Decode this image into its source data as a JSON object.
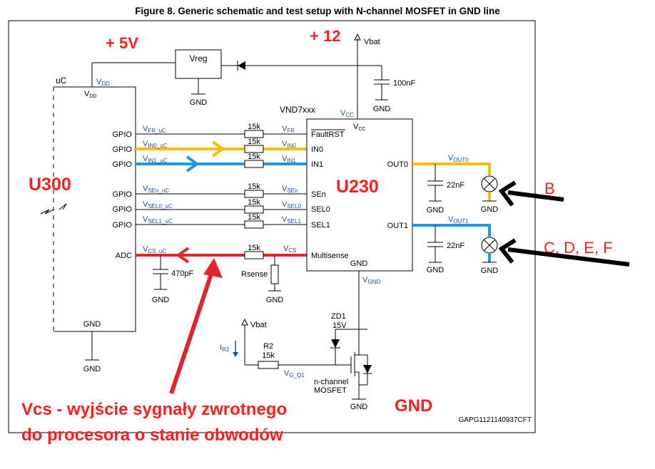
{
  "title": "Figure 8. Generic schematic and test setup with N-channel MOSFET in GND line",
  "annotations": {
    "plus5v": "+ 5V",
    "plus12": "+ 12",
    "u300": "U300",
    "u230": "U230",
    "b": "B",
    "cdef": "C, D, E, F",
    "gnd": "GND",
    "vcs_line1": "Vcs - wyjście sygnały zwrotnego",
    "vcs_line2": "do procesora o stanie obwodów"
  },
  "uc": {
    "name": "uC",
    "vdd_net": "V",
    "vdd_net_sub": "DD",
    "vdd_pin": "V",
    "vdd_pin_sub": "DD",
    "gnd": "GND",
    "pins": [
      "GPIO",
      "GPIO",
      "GPIO",
      "GPIO",
      "GPIO",
      "GPIO",
      "ADC"
    ]
  },
  "vreg": {
    "label": "Vreg",
    "gnd": "GND"
  },
  "vbat_top": "Vbat",
  "cap_100n": "100nF",
  "cap_100n_gnd": "GND",
  "chip": {
    "name": "VND7xxx",
    "vcc_net": "V",
    "vcc_net_sub": "CC",
    "vcc_pin": "V",
    "vcc_pin_sub": "CC",
    "inputs": [
      "FaultRST",
      "IN0",
      "IN1",
      "SEn",
      "SEL0",
      "SEL1",
      "Multisense"
    ],
    "out0": "OUT0",
    "out1": "OUT1",
    "gnd_pin": "GND",
    "vgnd": "V",
    "vgnd_sub": "GND"
  },
  "nets_left": [
    {
      "v": "V",
      "sub": "FR_uC"
    },
    {
      "v": "V",
      "sub": "IN0_uC"
    },
    {
      "v": "V",
      "sub": "IN1_uC"
    },
    {
      "v": "V",
      "sub": "SEn_uC"
    },
    {
      "v": "V",
      "sub": "SEL0_uC"
    },
    {
      "v": "V",
      "sub": "SEL1_uC"
    },
    {
      "v": "V",
      "sub": "CS_uC"
    }
  ],
  "nets_right": [
    {
      "v": "V",
      "sub": "FR"
    },
    {
      "v": "V",
      "sub": "IN0"
    },
    {
      "v": "V",
      "sub": "IN1"
    },
    {
      "v": "V",
      "sub": "SEn"
    },
    {
      "v": "V",
      "sub": "SEL0"
    },
    {
      "v": "V",
      "sub": "SEL1"
    },
    {
      "v": "V",
      "sub": "CS"
    }
  ],
  "resistor_value": "15k",
  "cap_470p": "470pF",
  "cap_470p_gnd": "GND",
  "rsense": "Rsense",
  "rsense_gnd": "GND",
  "out0": {
    "net": "V",
    "net_sub": "OUT0",
    "cap": "22nF",
    "cap_gnd": "GND",
    "lamp_gnd": "GND"
  },
  "out1": {
    "net": "V",
    "net_sub": "OUT1",
    "cap": "22nF",
    "cap_gnd": "GND",
    "lamp_gnd": "GND"
  },
  "mosfet_section": {
    "vbat": "Vbat",
    "ir2": "I",
    "ir2_sub": "R2",
    "r2": "R2",
    "r2_value": "15k",
    "vgq1": "V",
    "vgq1_sub": "G_Q1",
    "zd1": "ZD1",
    "zd1_v": "15V",
    "mosfet_line1": "n-channel",
    "mosfet_line2": "MOSFET",
    "gnd": "GND"
  },
  "code": "GAPG1121140937CFT",
  "colors": {
    "red": "#e5232b",
    "yellow": "#f6c000",
    "blue": "#1a9be0",
    "annotation": "#ff1c1c",
    "net_label": "#1f4fa0"
  }
}
